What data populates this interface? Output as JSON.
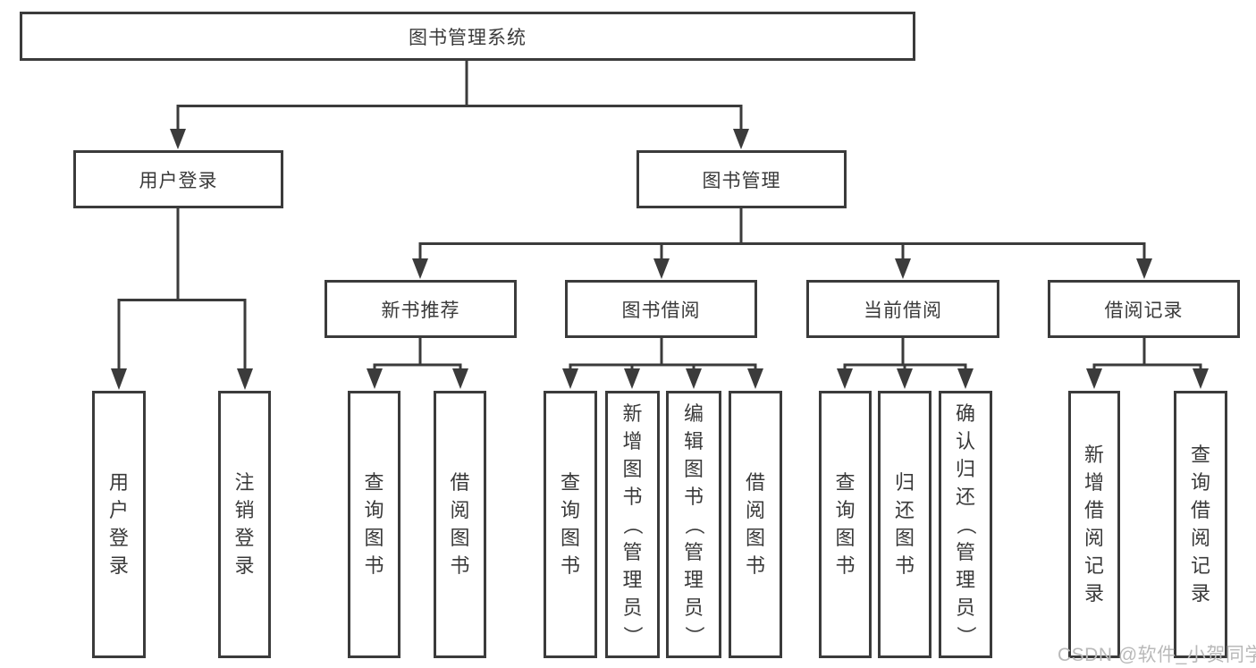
{
  "tree": {
    "root": {
      "label": "图书管理系统"
    },
    "branches": [
      {
        "label": "用户登录",
        "children": [
          {
            "label": "用户登录"
          },
          {
            "label": "注销登录"
          }
        ]
      },
      {
        "label": "图书管理",
        "children": [
          {
            "label": "新书推荐",
            "children": [
              {
                "label": "查询图书"
              },
              {
                "label": "借阅图书"
              }
            ]
          },
          {
            "label": "图书借阅",
            "children": [
              {
                "label": "查询图书"
              },
              {
                "label": "新增图书（管理员）"
              },
              {
                "label": "编辑图书（管理员）"
              },
              {
                "label": "借阅图书"
              }
            ]
          },
          {
            "label": "当前借阅",
            "children": [
              {
                "label": "查询图书"
              },
              {
                "label": "归还图书"
              },
              {
                "label": "确认归还（管理员）"
              }
            ]
          },
          {
            "label": "借阅记录",
            "children": [
              {
                "label": "新增借阅记录"
              },
              {
                "label": "查询借阅记录"
              }
            ]
          }
        ]
      }
    ]
  },
  "watermark": {
    "text": "CSDN @软件_小贺同学",
    "color": "#b9b9b9"
  },
  "colors": {
    "line": "#3b3b3b",
    "border": "#3b3b3b",
    "text": "#3a3a3a",
    "background": "#ffffff"
  }
}
